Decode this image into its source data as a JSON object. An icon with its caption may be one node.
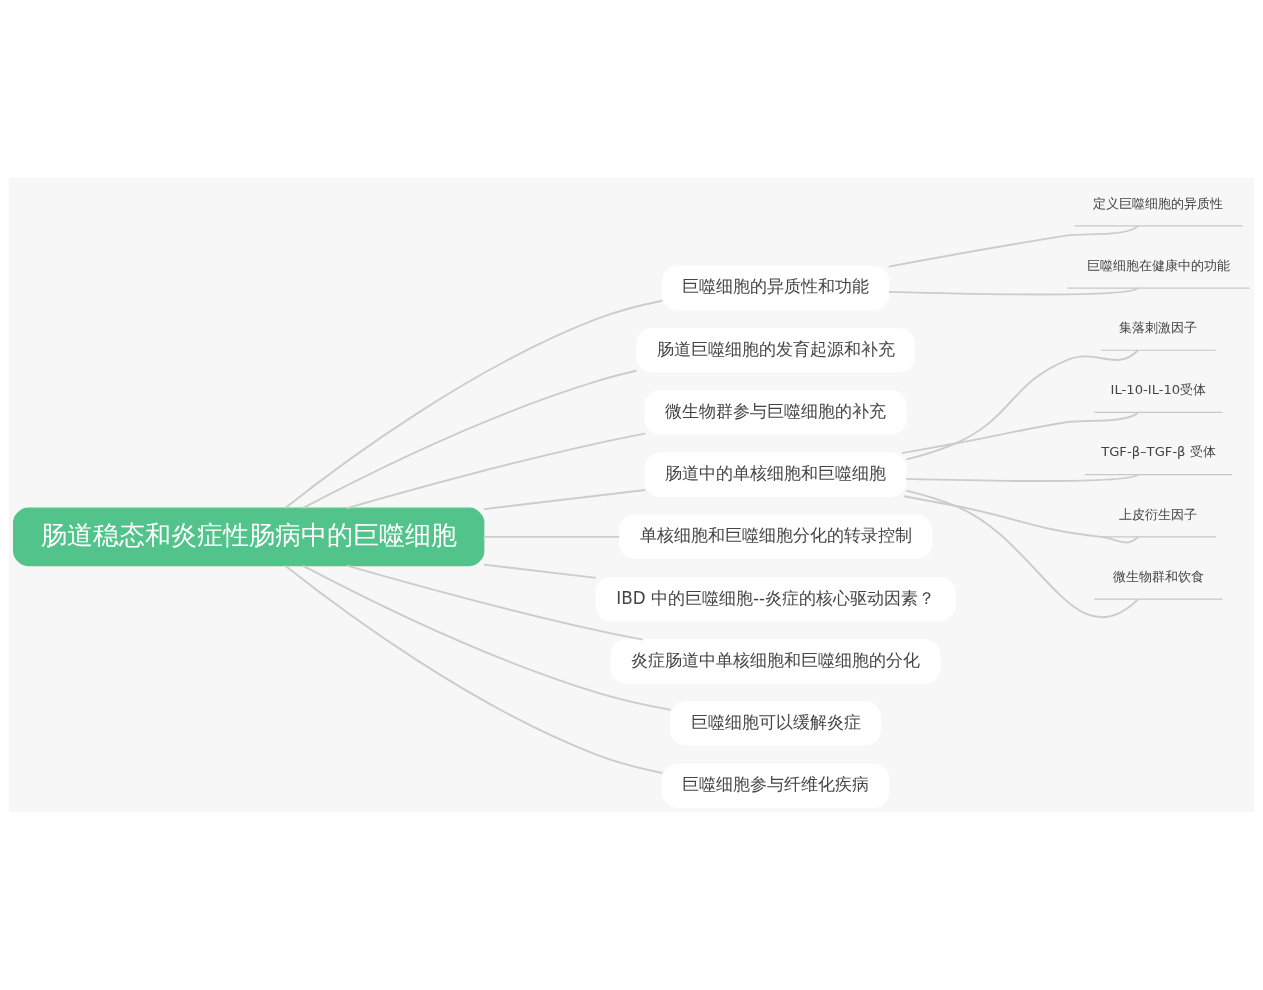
{
  "diagram": {
    "nodes": [
      {
        "text": [
          "肠道稳态和炎症性肠病中的巨噬细胞"
        ]
      },
      {
        "text": [
          "巨噬细胞的异质性和功能"
        ]
      },
      {
        "text": [
          "定义巨噬细胞的异质性"
        ]
      },
      {
        "text": [
          "巨噬细胞在健康中的功能"
        ]
      },
      {
        "text": [
          "肠道巨噬细胞的发育起源和补充"
        ]
      },
      {
        "text": [
          "微生物群参与巨噬细胞的补充"
        ]
      },
      {
        "text": [
          "肠道中的单核细胞和巨噬细胞"
        ]
      },
      {
        "text": [
          "集落刺激因子"
        ]
      },
      {
        "text": [
          "IL-10-IL-10受体"
        ]
      },
      {
        "text": [
          "TGF-β–TGF-β 受体"
        ]
      },
      {
        "text": [
          "上皮衍生因子"
        ]
      },
      {
        "text": [
          "微生物群和饮食"
        ]
      },
      {
        "text": [
          "单核细胞和巨噬细胞分化的转录控制"
        ]
      },
      {
        "text": [
          "IBD 中的巨噬细胞--炎症的核心驱动因素？"
        ]
      },
      {
        "text": [
          "炎症肠道中单核细胞和巨噬细胞的分化"
        ]
      },
      {
        "text": [
          "巨噬细胞可以缓解炎症"
        ]
      },
      {
        "text": [
          "巨噬细胞参与纤维化疾病"
        ]
      }
    ],
    "edges": [
      {
        "from": 0,
        "to": 1,
        "arrow": "none"
      },
      {
        "from": 1,
        "to": 2,
        "arrow": "none"
      },
      {
        "from": 1,
        "to": 3,
        "arrow": "none"
      },
      {
        "from": 0,
        "to": 4,
        "arrow": "none"
      },
      {
        "from": 0,
        "to": 5,
        "arrow": "none"
      },
      {
        "from": 0,
        "to": 6,
        "arrow": "none"
      },
      {
        "from": 6,
        "to": 7,
        "arrow": "none"
      },
      {
        "from": 6,
        "to": 8,
        "arrow": "none"
      },
      {
        "from": 6,
        "to": 9,
        "arrow": "none"
      },
      {
        "from": 6,
        "to": 10,
        "arrow": "none"
      },
      {
        "from": 6,
        "to": 11,
        "arrow": "none"
      },
      {
        "from": 0,
        "to": 12,
        "arrow": "none"
      },
      {
        "from": 0,
        "to": 13,
        "arrow": "none"
      },
      {
        "from": 0,
        "to": 14,
        "arrow": "none"
      },
      {
        "from": 0,
        "to": 15,
        "arrow": "none"
      },
      {
        "from": 0,
        "to": 16,
        "arrow": "none"
      }
    ]
  }
}
